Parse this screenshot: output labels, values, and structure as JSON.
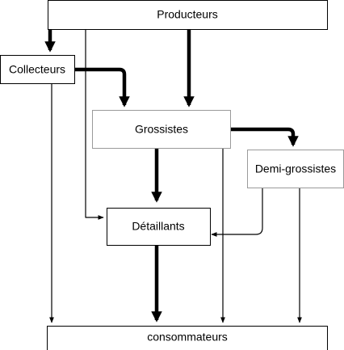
{
  "nodes": {
    "producteurs": "Producteurs",
    "collecteurs": "Collecteurs",
    "grossistes": "Grossistes",
    "demi_grossistes": "Demi-grossistes",
    "detaillants": "Détaillants",
    "consommateurs": "consommateurs"
  },
  "edges": [
    {
      "from": "producteurs",
      "to": "collecteurs",
      "weight": "thick"
    },
    {
      "from": "producteurs",
      "to": "grossistes",
      "weight": "thick"
    },
    {
      "from": "producteurs",
      "to": "detaillants",
      "weight": "thin"
    },
    {
      "from": "collecteurs",
      "to": "grossistes",
      "weight": "thick"
    },
    {
      "from": "collecteurs",
      "to": "consommateurs",
      "weight": "thin"
    },
    {
      "from": "grossistes",
      "to": "demi_grossistes",
      "weight": "thick"
    },
    {
      "from": "grossistes",
      "to": "detaillants",
      "weight": "thick"
    },
    {
      "from": "grossistes",
      "to": "consommateurs",
      "weight": "thin"
    },
    {
      "from": "demi_grossistes",
      "to": "detaillants",
      "weight": "thin"
    },
    {
      "from": "demi_grossistes",
      "to": "consommateurs",
      "weight": "thin"
    },
    {
      "from": "detaillants",
      "to": "consommateurs",
      "weight": "thick"
    }
  ],
  "colors": {
    "box_border": "#000000",
    "box_border_light": "#9a9a9a",
    "edge": "#000000"
  }
}
